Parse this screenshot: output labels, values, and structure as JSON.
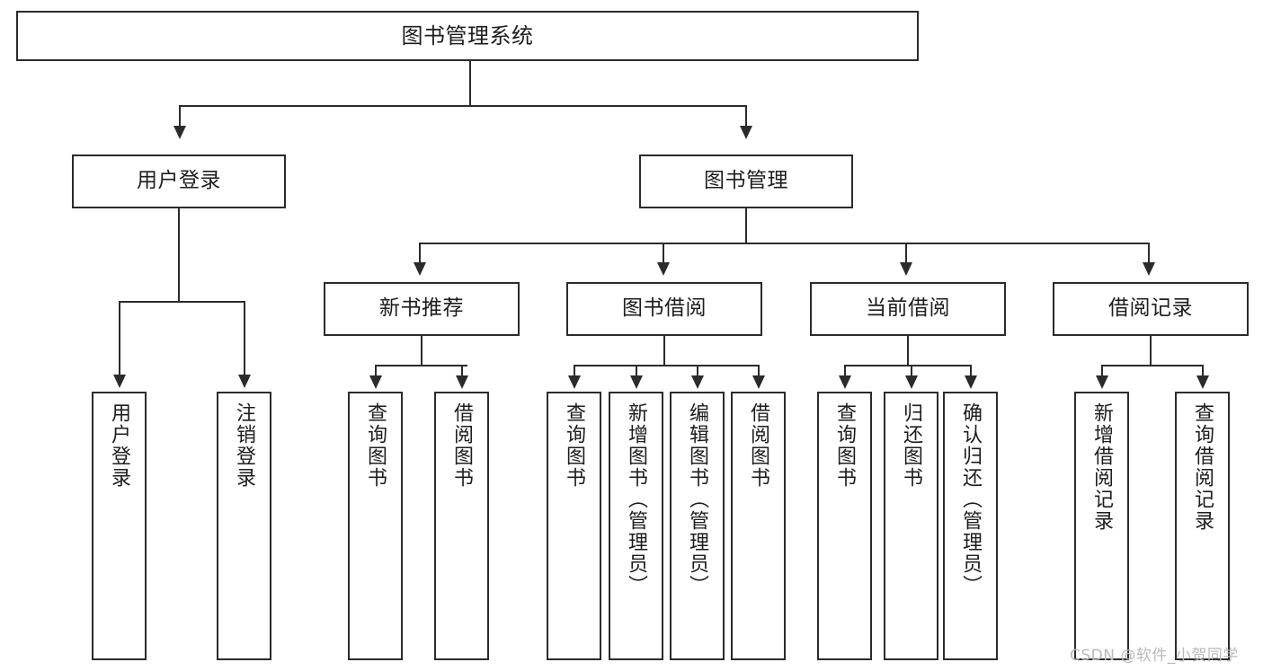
{
  "diagram": {
    "title": "图书管理系统",
    "type": "tree",
    "watermark": "CSDN @软件_小贺同学",
    "colors": {
      "stroke": "#2b2b2b",
      "fill": "#ffffff",
      "text": "#1d1d1d",
      "watermark": "#b9b9b9"
    },
    "nodes": {
      "root": {
        "label": "图书管理系统"
      },
      "level1": [
        {
          "label": "用户登录"
        },
        {
          "label": "图书管理"
        }
      ],
      "level2": [
        {
          "label": "新书推荐"
        },
        {
          "label": "图书借阅"
        },
        {
          "label": "当前借阅"
        },
        {
          "label": "借阅记录"
        }
      ],
      "leaves": [
        {
          "label": "用户登录"
        },
        {
          "label": "注销登录"
        },
        {
          "label": "查询图书"
        },
        {
          "label": "借阅图书"
        },
        {
          "label": "查询图书"
        },
        {
          "label": "新增图书（管理员）"
        },
        {
          "label": "编辑图书（管理员）"
        },
        {
          "label": "借阅图书"
        },
        {
          "label": "查询图书"
        },
        {
          "label": "归还图书"
        },
        {
          "label": "确认归还（管理员）"
        },
        {
          "label": "新增借阅记录"
        },
        {
          "label": "查询借阅记录"
        }
      ]
    }
  }
}
